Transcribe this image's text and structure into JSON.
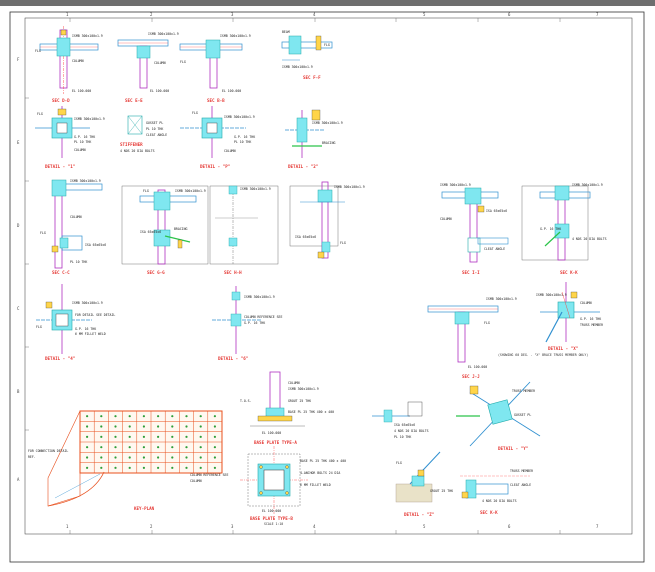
{
  "sheet": {
    "grid_top": [
      "1",
      "2",
      "3",
      "4",
      "5",
      "6",
      "7"
    ],
    "grid_left": [
      "F",
      "E",
      "D",
      "C",
      "B",
      "A"
    ],
    "grid_bottom": [
      "1",
      "2",
      "3",
      "4",
      "5",
      "6",
      "7"
    ]
  },
  "titles": {
    "sec_dd": "SEC D-D",
    "sec_ee": "SEC E-E",
    "sec_bb": "SEC B-B",
    "sec_ff": "SEC F-F",
    "det_1": "DETAIL - \"1\"",
    "det_p": "DETAIL - \"P\"",
    "det_2": "DETAIL - \"2\"",
    "sec_cc": "SEC C-C",
    "sec_gg": "SEC G-G",
    "sec_hh": "SEC H-H",
    "sec_ii": "SEC I-I",
    "det_4": "DETAIL - \"4\"",
    "det_6": "DETAIL - \"6\"",
    "det_x": "DETAIL - \"X\"",
    "det_x_note": "(SHOWING 60 DEG. - \"X\" BRACE TRUSS MEMBER ONLY)",
    "key_plan": "KEY-PLAN",
    "base_a": "BASE PLATE TYPE-A",
    "base_b": "BASE PLATE TYPE-B",
    "base_b_scale": "SCALE 1:10",
    "det_y": "DETAIL - \"Y\"",
    "det_z": "DETAIL - \"Z\"",
    "sec_jj": "SEC J-J",
    "sec_kk": "SEC K-K"
  },
  "labels": {
    "flg": "FLG",
    "col": "COLUMN",
    "beam": "BEAM",
    "ism": "ISMB 300x100x1.9",
    "isa": "ISA 65x65x6",
    "plate": "PL 10 THK",
    "bolt": "4 NOS 20 DIA BOLTS",
    "gusset": "GUSSET PL",
    "stiff": "STIFFENER",
    "brace": "BRACING",
    "note_a": "FOR DETAIL SEE DETAIL",
    "note_b": "COLUMN REFERENCE SEE",
    "note_c": "FOR CONNECTION DETAIL",
    "gpl": "G.P. 16 THK",
    "weld": "6 MM FILLET WELD",
    "grout": "GROUT 25 THK",
    "base_pl": "BASE PL 25 THK 400 x 400",
    "anchor": "4-ANCHOR BOLTS 24 DIA",
    "lvl": "EL 100.000",
    "truss": "TRUSS MEMBER",
    "cleat": "CLEAT ANGLE",
    "ref": "REF.",
    "top": "T.O.S."
  }
}
